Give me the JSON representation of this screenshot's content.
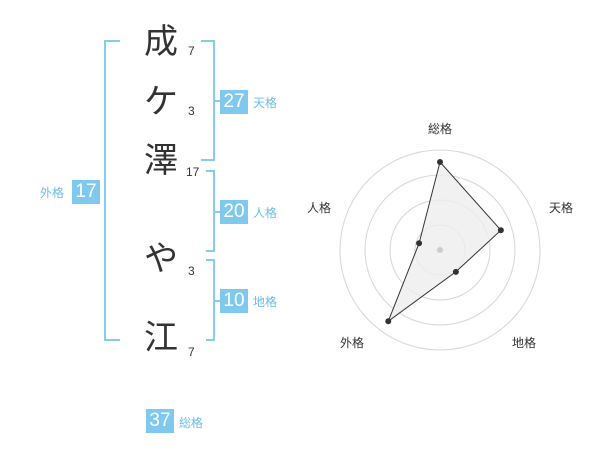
{
  "name": {
    "chars": [
      {
        "char": "成",
        "strokes": "7"
      },
      {
        "char": "ケ",
        "strokes": "3"
      },
      {
        "char": "澤",
        "strokes": "17"
      },
      {
        "char": "や",
        "strokes": "3"
      },
      {
        "char": "江",
        "strokes": "7"
      }
    ]
  },
  "fortune": {
    "tenkaku": {
      "value": "27",
      "label": "天格"
    },
    "jinkaku": {
      "value": "20",
      "label": "人格"
    },
    "chikaku": {
      "value": "10",
      "label": "地格"
    },
    "gaikaku": {
      "value": "17",
      "label": "外格"
    },
    "soukaku": {
      "value": "37",
      "label": "総格"
    }
  },
  "radar": {
    "labels": {
      "soukaku": "総格",
      "tenkaku": "天格",
      "chikaku": "地格",
      "gaikaku": "外格",
      "jinkaku": "人格"
    },
    "rings": 4,
    "values": {
      "soukaku": 0.88,
      "tenkaku": 0.64,
      "chikaku": 0.27,
      "gaikaku": 0.88,
      "jinkaku": 0.22
    },
    "colors": {
      "ring": "#d6d6d6",
      "fill": "#eeeeee",
      "line": "#333333",
      "point": "#333333",
      "center": "#cccccc"
    }
  }
}
